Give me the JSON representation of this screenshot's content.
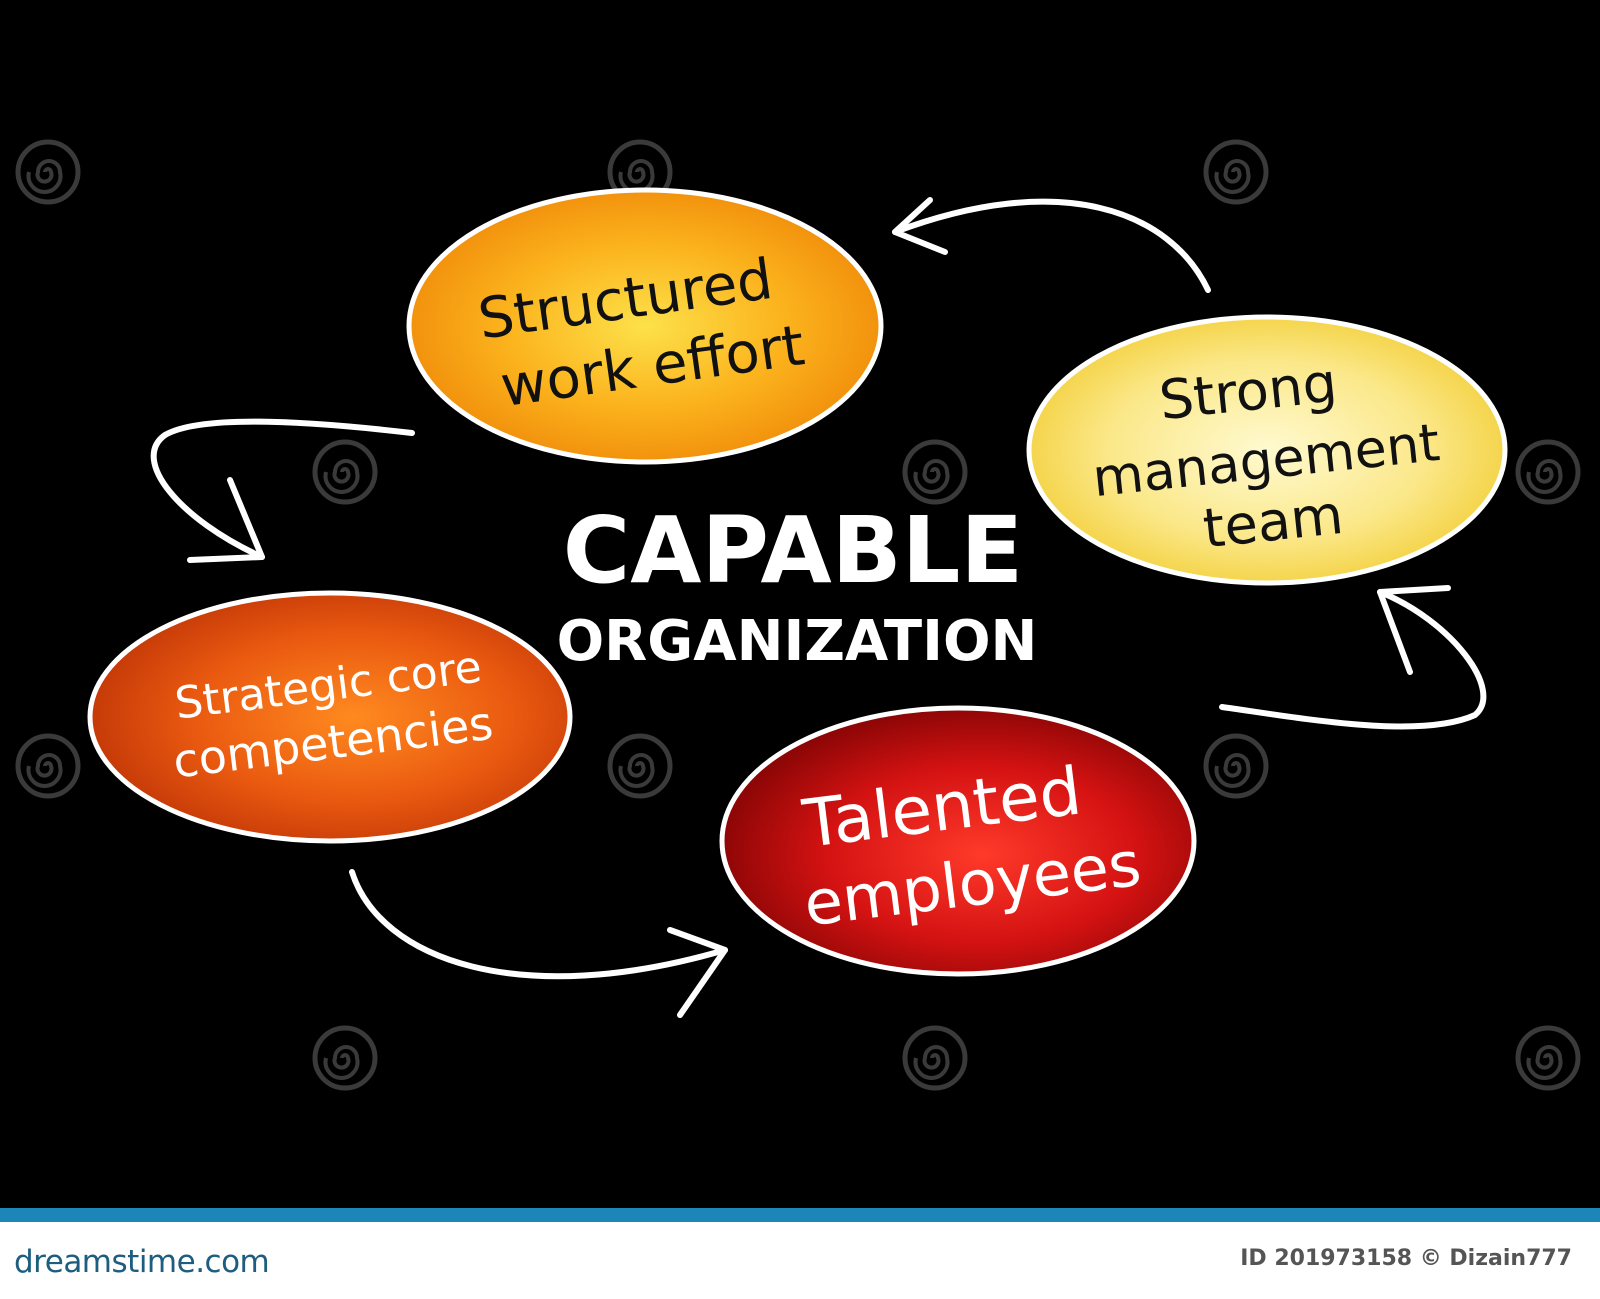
{
  "center": {
    "title_line1": "CAPABLE",
    "title_line2": "ORGANIZATION"
  },
  "nodes": [
    {
      "id": "structured",
      "lines": [
        "Structured",
        "work effort"
      ],
      "color": "#f39a10"
    },
    {
      "id": "management",
      "lines": [
        "Strong",
        "management",
        "team"
      ],
      "color": "#f7d84a"
    },
    {
      "id": "talented",
      "lines": [
        "Talented",
        "employees"
      ],
      "color": "#c11010"
    },
    {
      "id": "strategic",
      "lines": [
        "Strategic core",
        "competencies"
      ],
      "color": "#e3520c"
    }
  ],
  "watermark": {
    "text": "dreamstime"
  },
  "footer": {
    "site": "dreamstime.com",
    "id_text": "ID 201973158 © Dizain777",
    "accent": "#1c86b8"
  }
}
